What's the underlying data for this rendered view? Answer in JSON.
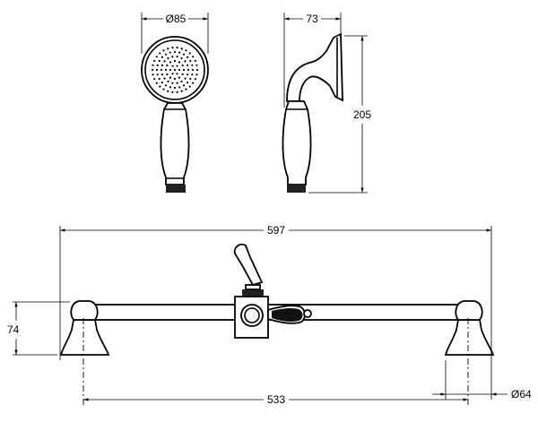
{
  "dimensions": {
    "head_diameter": "Ø85",
    "head_depth": "73",
    "handset_height": "205",
    "overall_width": "597",
    "post_height": "74",
    "centres": "533",
    "base_diameter": "Ø64"
  },
  "colors": {
    "line": "#000000",
    "background": "#ffffff"
  }
}
